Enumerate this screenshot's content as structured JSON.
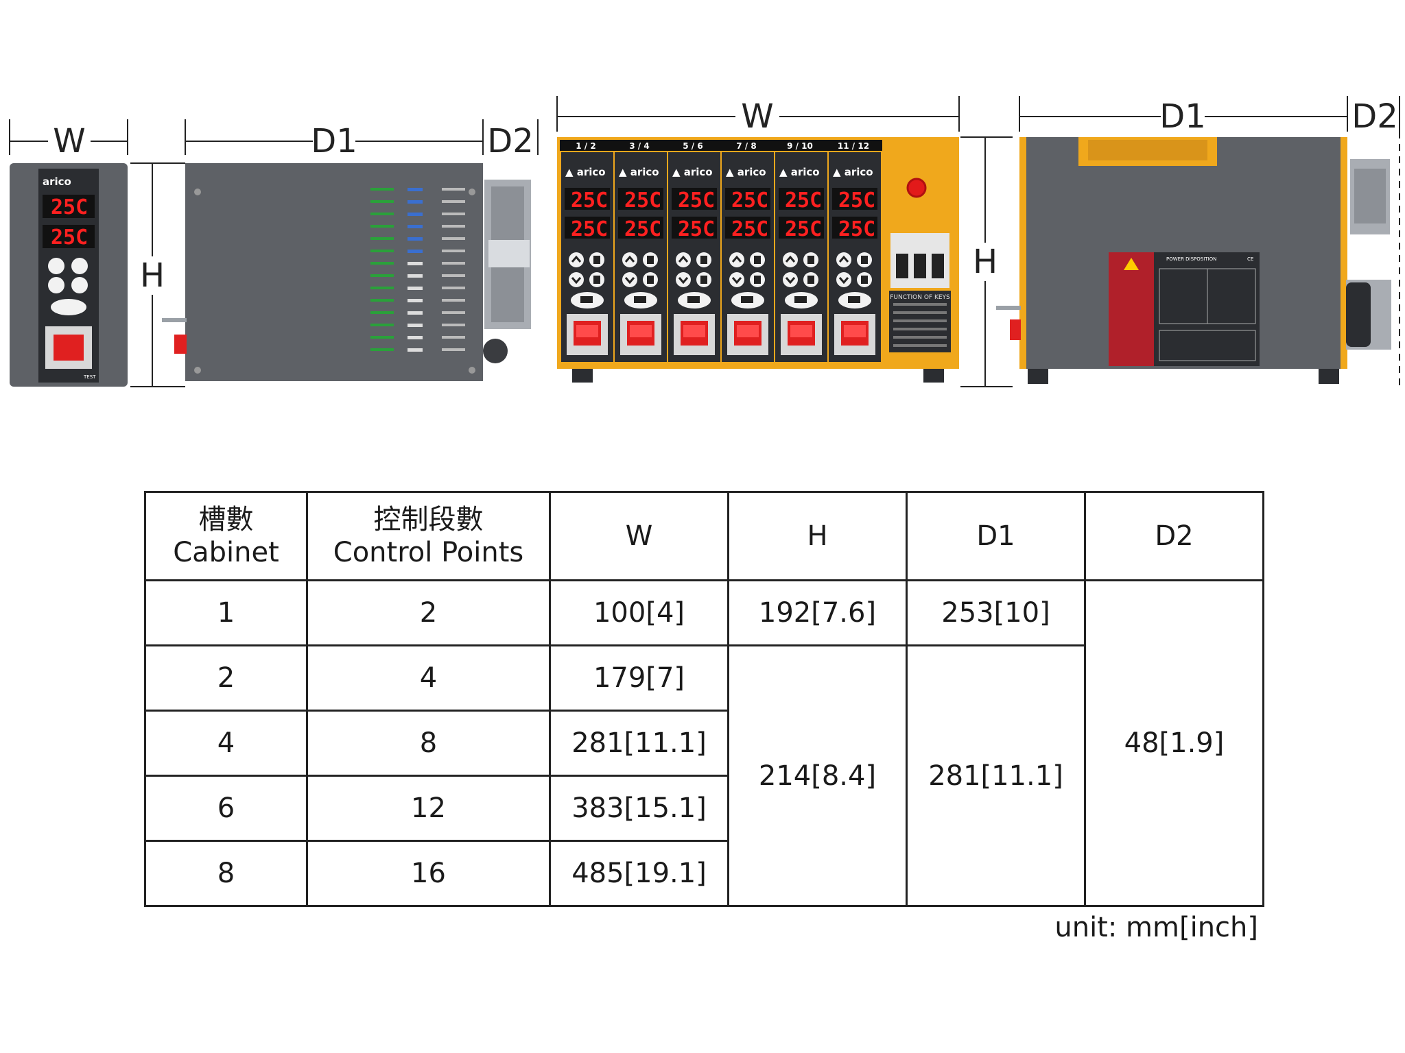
{
  "dimension_labels": {
    "front_width": "W",
    "side_depth": "D1",
    "side_depth_extra": "D2",
    "height_left": "H",
    "front_large_width": "W",
    "height_right": "H",
    "rear_depth": "D1",
    "rear_depth_extra": "D2"
  },
  "device": {
    "brand": "arico",
    "temperature_reading": "25C",
    "zone_labels": [
      "1 / 2",
      "3 / 4",
      "5 / 6",
      "7 / 8",
      "9 / 10",
      "11 / 12"
    ],
    "test_label": "TEST",
    "function_keys_title": "FUNCTION OF KEYS",
    "power_disposition_title": "POWER DISPOSITION",
    "ce_mark": "CE",
    "colors": {
      "housing": "#5e6166",
      "housing_yellow": "#f0a81c",
      "display_red": "#ff2020",
      "switch_red": "#e02020",
      "warning_label": "#b0202a"
    }
  },
  "table": {
    "headers": [
      {
        "line1": "槽數",
        "line2": "Cabinet"
      },
      {
        "line1": "控制段數",
        "line2": "Control Points"
      },
      {
        "line1": "W",
        "line2": ""
      },
      {
        "line1": "H",
        "line2": ""
      },
      {
        "line1": "D1",
        "line2": ""
      },
      {
        "line1": "D2",
        "line2": ""
      }
    ],
    "rows": [
      {
        "cabinet": "1",
        "points": "2",
        "w": "100[4]",
        "h": "192[7.6]",
        "d1": "253[10]",
        "d2": "48[1.9]"
      },
      {
        "cabinet": "2",
        "points": "4",
        "w": "179[7]",
        "h": "214[8.4]",
        "d1": "281[11.1]"
      },
      {
        "cabinet": "4",
        "points": "8",
        "w": "281[11.1]"
      },
      {
        "cabinet": "6",
        "points": "12",
        "w": "383[15.1]"
      },
      {
        "cabinet": "8",
        "points": "16",
        "w": "485[19.1]"
      }
    ],
    "unit_note": "unit: mm[inch]"
  }
}
